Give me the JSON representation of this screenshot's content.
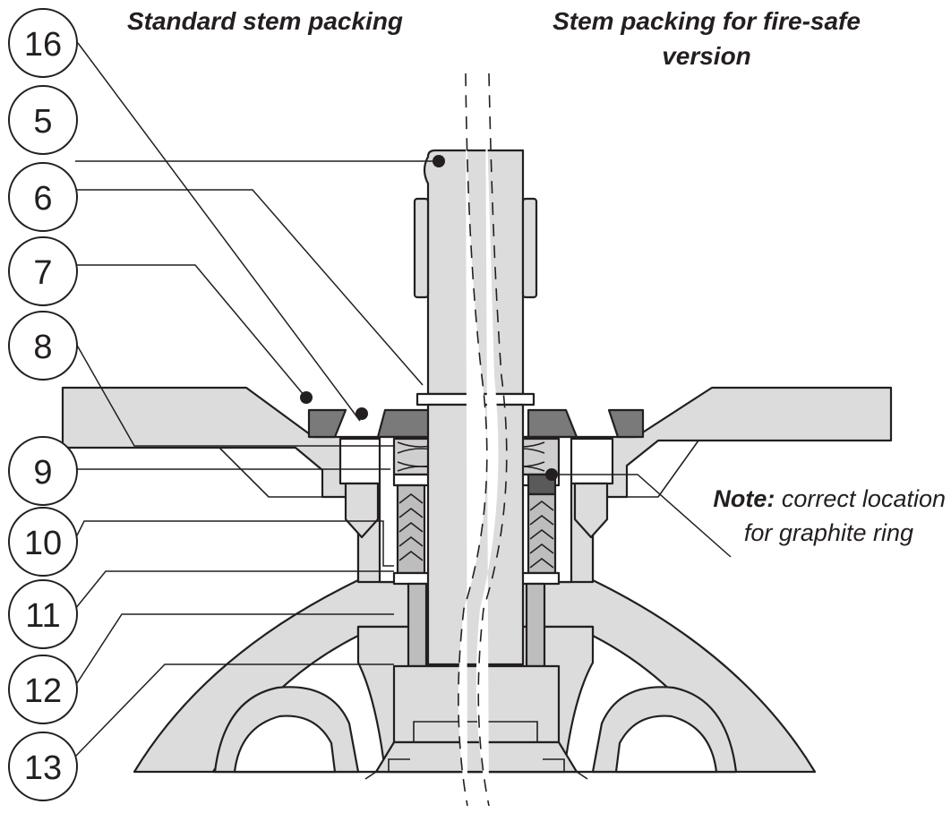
{
  "headings": {
    "left": "Standard stem packing",
    "right_line1": "Stem packing for fire-safe",
    "right_line2": "version"
  },
  "callouts": [
    "16",
    "5",
    "6",
    "7",
    "8",
    "9",
    "10",
    "11",
    "12",
    "13"
  ],
  "note": {
    "label": "Note:",
    "line1": " correct location",
    "line2": "for graphite ring"
  },
  "colors": {
    "body": "#dcdcdc",
    "stem": "#dcdcdc",
    "packing_dark": "#7a7a7a",
    "seal_ring": "#5a5a5a",
    "spring": "#bdbdbd",
    "outline": "#231f20"
  }
}
